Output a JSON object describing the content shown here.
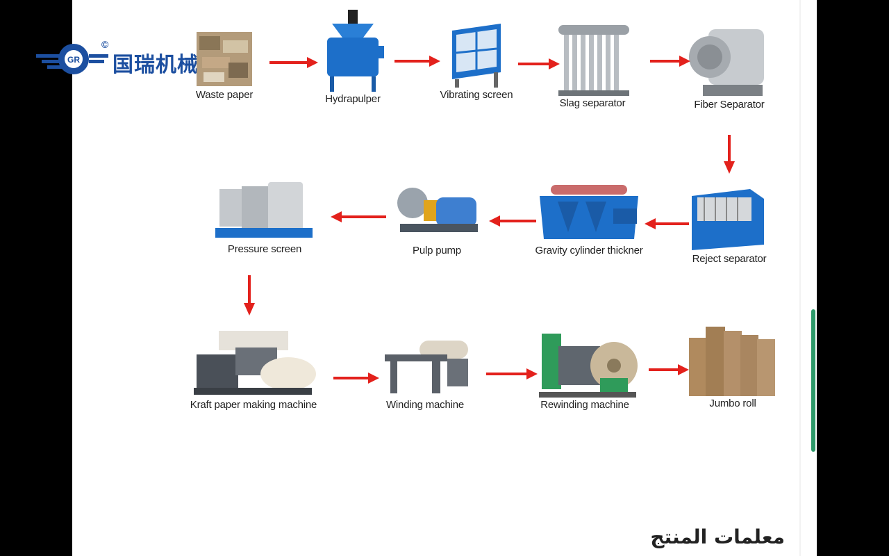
{
  "brand": {
    "name": "国瑞机械",
    "mark": "GR",
    "copyright": "©",
    "color": "#1c4fa0"
  },
  "steps": [
    {
      "id": "waste-paper",
      "label": "Waste paper"
    },
    {
      "id": "hydrapulper",
      "label": "Hydrapulper"
    },
    {
      "id": "vibrating-screen",
      "label": "Vibrating screen"
    },
    {
      "id": "slag-separator",
      "label": "Slag separator"
    },
    {
      "id": "fiber-separator",
      "label": "Fiber Separator"
    },
    {
      "id": "reject-separator",
      "label": "Reject separator"
    },
    {
      "id": "gravity-cylinder-thickner",
      "label": "Gravity cylinder thickner"
    },
    {
      "id": "pulp-pump",
      "label": "Pulp pump"
    },
    {
      "id": "pressure-screen",
      "label": "Pressure screen"
    },
    {
      "id": "kraft-paper-machine",
      "label": "Kraft paper making machine"
    },
    {
      "id": "winding-machine",
      "label": "Winding machine"
    },
    {
      "id": "rewinding-machine",
      "label": "Rewinding machine"
    },
    {
      "id": "jumbo-roll",
      "label": "Jumbo roll"
    }
  ],
  "arrow_color": "#e3211c",
  "footer": {
    "title": "معلمات المنتج"
  }
}
